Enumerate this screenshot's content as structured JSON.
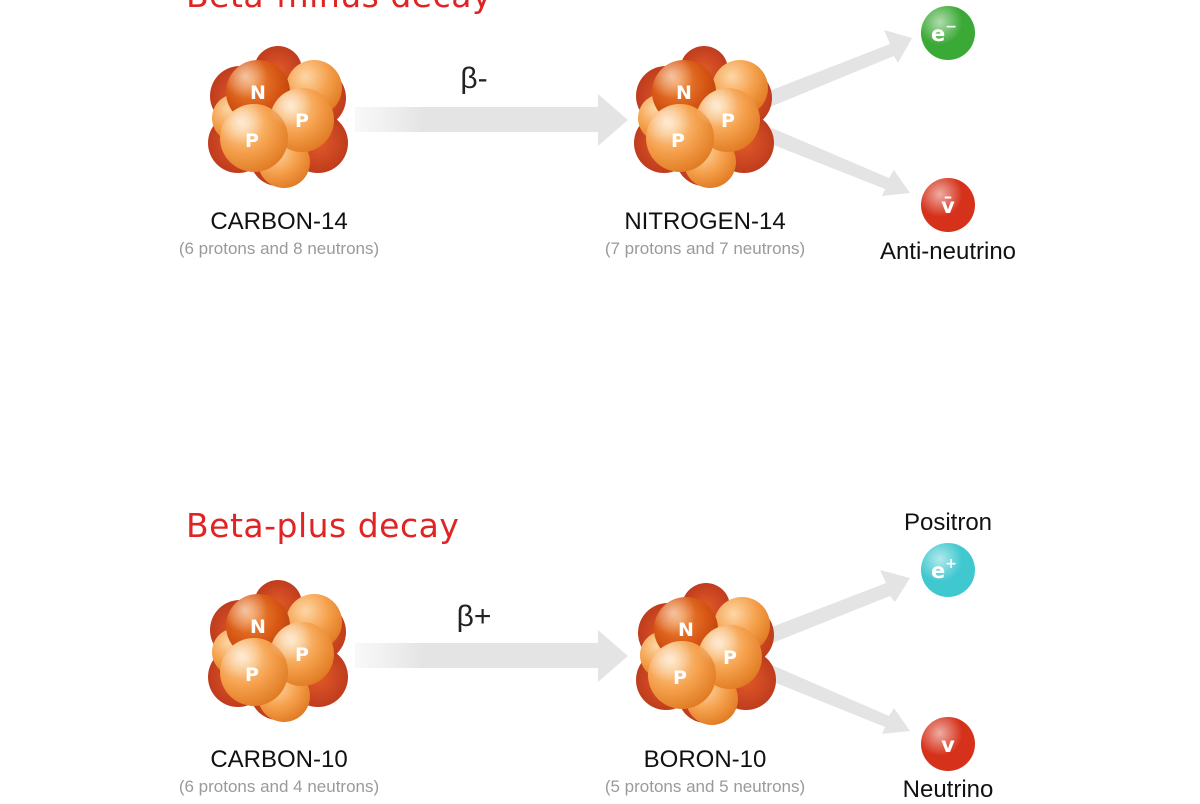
{
  "minus": {
    "title": "Beta-minus decay",
    "arrow_label": "β-",
    "parent": {
      "name": "CARBON-14",
      "composition": "(6 protons and 8 neutrons)"
    },
    "daughter": {
      "name": "NITROGEN-14",
      "composition": "(7 protons and 7 neutrons)"
    },
    "particle_top": {
      "symbol": "e",
      "sup": "−",
      "label": "",
      "color": "#3aa935"
    },
    "particle_bottom": {
      "symbol": "v̄",
      "label": "Anti-neutrino",
      "color": "#d6311a"
    }
  },
  "plus": {
    "title": "Beta-plus decay",
    "arrow_label": "β+",
    "parent": {
      "name": "CARBON-10",
      "composition": "(6 protons and 4 neutrons)"
    },
    "daughter": {
      "name": "BORON-10",
      "composition": "(5 protons and 5 neutrons)"
    },
    "particle_top": {
      "symbol": "e",
      "sup": "+",
      "label": "Positron",
      "color": "#3fc8cf"
    },
    "particle_bottom": {
      "symbol": "v",
      "label": "Neutrino",
      "color": "#d6311a"
    }
  },
  "nucleon_labels": {
    "neutron": "N",
    "proton": "P"
  }
}
